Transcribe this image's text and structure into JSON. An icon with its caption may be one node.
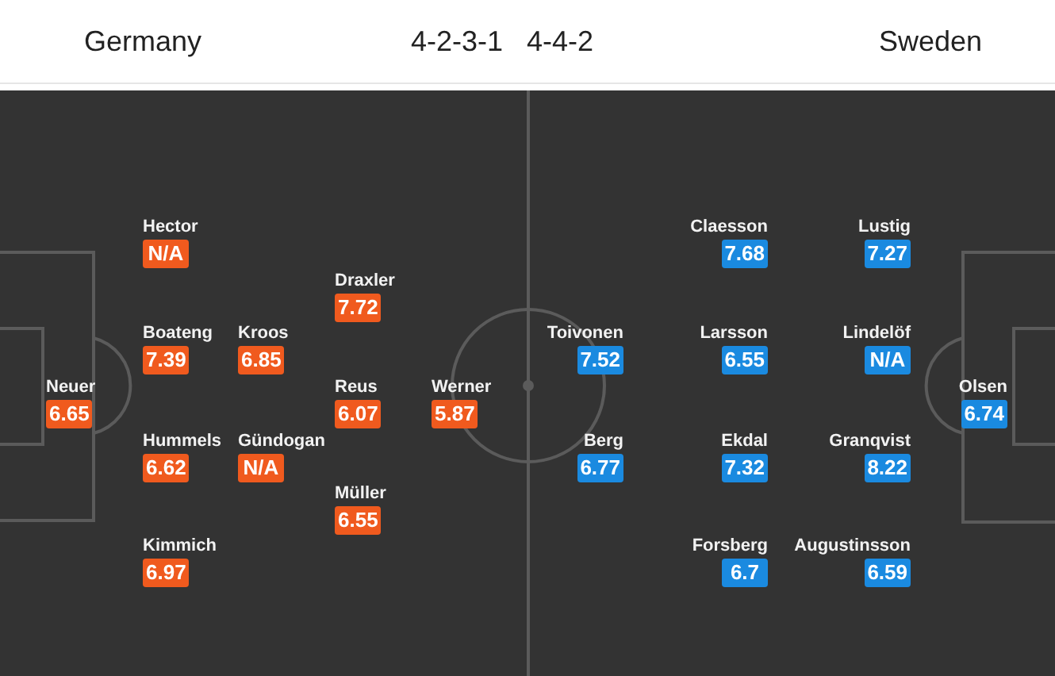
{
  "diagram": {
    "nodes": [
      {
        "text": [
          "Hector",
          "N/A"
        ]
      },
      {
        "text": [
          "Draxler",
          "7.72"
        ]
      },
      {
        "text": [
          "Boateng",
          "7.39"
        ]
      },
      {
        "text": [
          "Kroos",
          "6.85"
        ]
      },
      {
        "text": [
          "Neuer",
          "6.65"
        ]
      },
      {
        "text": [
          "Reus",
          "6.07"
        ]
      },
      {
        "text": [
          "Werner",
          "5.87"
        ]
      },
      {
        "text": [
          "Hummels",
          "6.62"
        ]
      },
      {
        "text": [
          "Gündogan",
          "N/A"
        ]
      },
      {
        "text": [
          "Müller",
          "6.55"
        ]
      },
      {
        "text": [
          "Kimmich",
          "6.97"
        ]
      },
      {
        "text": [
          "Claesson",
          "7.68"
        ]
      },
      {
        "text": [
          "Lustig",
          "7.27"
        ]
      },
      {
        "text": [
          "Toivonen",
          "7.52"
        ]
      },
      {
        "text": [
          "Larsson",
          "6.55"
        ]
      },
      {
        "text": [
          "Lindelöf",
          "N/A"
        ]
      },
      {
        "text": [
          "Olsen",
          "6.74"
        ]
      },
      {
        "text": [
          "Berg",
          "6.77"
        ]
      },
      {
        "text": [
          "Ekdal",
          "7.32"
        ]
      },
      {
        "text": [
          "Granqvist",
          "8.22"
        ]
      },
      {
        "text": [
          "Forsberg",
          "6.7"
        ]
      },
      {
        "text": [
          "Augustinsson",
          "6.59"
        ]
      }
    ],
    "labels": [
      "Germany",
      "4-2-3-1",
      "4-4-2",
      "Sweden"
    ]
  }
}
